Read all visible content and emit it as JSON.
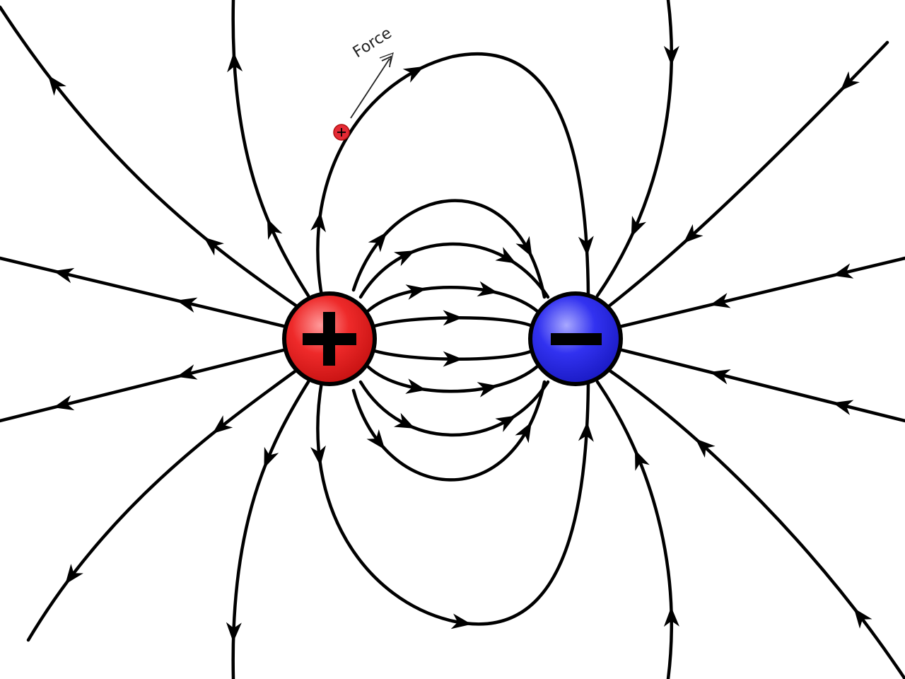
{
  "diagram": {
    "charges": [
      {
        "sign": "+",
        "name": "positive-charge",
        "color": "#e02020"
      },
      {
        "sign": "-",
        "name": "negative-charge",
        "color": "#2a2ae8"
      }
    ],
    "test_charge": {
      "sign": "+",
      "color": "#e0202a"
    },
    "annotation": {
      "text": "Force"
    },
    "field_direction": "positive-to-negative"
  }
}
